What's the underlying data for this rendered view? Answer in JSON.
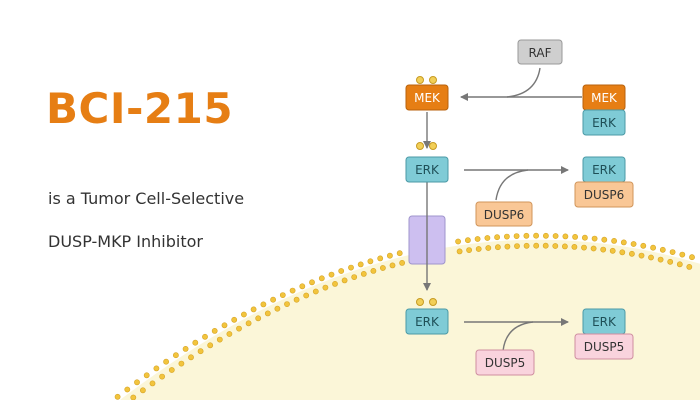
{
  "heading": {
    "title": "BCI-215",
    "subtitle_line1": "is a Tumor Cell-Selective",
    "subtitle_line2": "DUSP-MKP Inhibitor"
  },
  "diagram": {
    "raf": "RAF",
    "mek_left": "MEK",
    "mek_right": "MEK",
    "erk_right_top": "ERK",
    "erk_mid": "ERK",
    "erk_mid_right": "ERK",
    "dusp6": "DUSP6",
    "dusp6_right": "DUSP6",
    "erk_bottom": "ERK",
    "erk_bottom_right": "ERK",
    "dusp5": "DUSP5",
    "dusp5_right": "DUSP5"
  },
  "colors": {
    "title": "#e67e14",
    "mek": "#e67e14",
    "erk": "#7fcbd6",
    "dusp6": "#f9c796",
    "dusp5": "#f9d3dd",
    "raf": "#cfcfcf",
    "cell": "#fbf6d8",
    "lipid_head": "#f2c43d",
    "channel": "#cdbff0",
    "phospho": "#f2cf57"
  }
}
